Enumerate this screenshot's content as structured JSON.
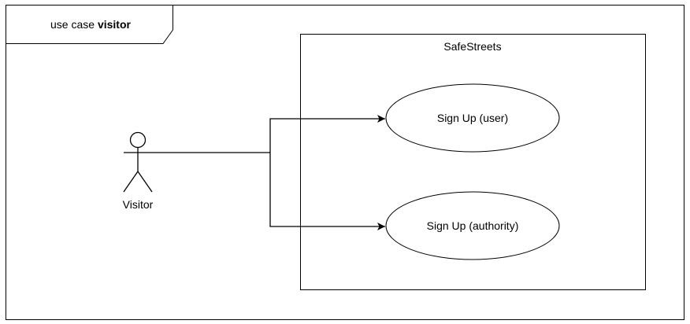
{
  "frame": {
    "label_prefix": "use case ",
    "label_name": "visitor"
  },
  "system": {
    "name": "SafeStreets"
  },
  "actor": {
    "name": "Visitor"
  },
  "use_cases": [
    {
      "label": "Sign Up (user)"
    },
    {
      "label": "Sign Up (authority)"
    }
  ],
  "colors": {
    "stroke": "#000000",
    "background": "#ffffff"
  }
}
